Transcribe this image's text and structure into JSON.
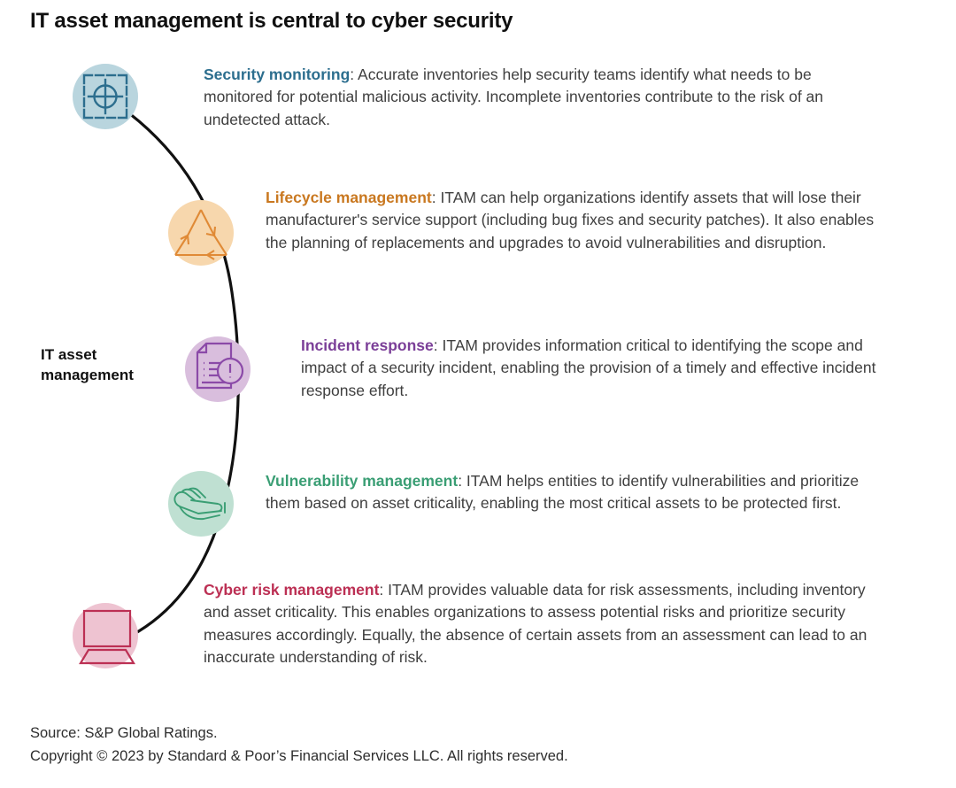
{
  "title": "IT asset management is central to cyber security",
  "center_label": "IT asset management",
  "colors": {
    "background": "#ffffff",
    "title": "#101010",
    "body_text": "#3f3f3f",
    "connector": "#111111",
    "security_monitoring_accent": "#2c6e8e",
    "security_monitoring_circle": "#b9d5de",
    "lifecycle_accent": "#c97820",
    "lifecycle_circle": "#f7d7ad",
    "incident_accent": "#7b3f98",
    "incident_circle": "#d9bedd",
    "vulnerability_accent": "#3a9e74",
    "vulnerability_circle": "#bfe0d2",
    "cyber_risk_accent": "#bc3054",
    "cyber_risk_circle": "#eec3d1"
  },
  "items": [
    {
      "id": "security-monitoring",
      "icon": "crosshair-target-icon",
      "lead": "Security monitoring",
      "body": ": Accurate inventories help security teams identify what needs to be monitored for potential malicious activity. Incomplete inventories contribute to the risk of an undetected attack.",
      "accent": "#2c6e8e",
      "circle": "#b9d5de"
    },
    {
      "id": "lifecycle-management",
      "icon": "recycle-icon",
      "lead": "Lifecycle management",
      "body": ": ITAM can help organizations identify assets that will lose their manufacturer's service support (including bug fixes and security patches). It also enables the planning of replacements and upgrades to avoid vulnerabilities and disruption.",
      "accent": "#c97820",
      "circle": "#f7d7ad"
    },
    {
      "id": "incident-response",
      "icon": "document-alert-icon",
      "lead": "Incident response",
      "body": ": ITAM provides information critical to identifying the scope and impact of a security incident, enabling the provision of a timely and effective incident response effort.",
      "accent": "#7b3f98",
      "circle": "#d9bedd"
    },
    {
      "id": "vulnerability-management",
      "icon": "open-hand-icon",
      "lead": "Vulnerability management",
      "body": ": ITAM helps entities to identify vulnerabilities and prioritize them based on asset criticality, enabling the most critical assets to be protected first.",
      "accent": "#3a9e74",
      "circle": "#bfe0d2"
    },
    {
      "id": "cyber-risk-management",
      "icon": "laptop-icon",
      "lead": "Cyber risk management",
      "body": ": ITAM provides valuable data for risk assessments, including inventory and asset criticality. This enables organizations to assess potential risks and prioritize security measures accordingly. Equally, the absence of certain assets from an assessment can lead to an inaccurate understanding of risk.",
      "accent": "#bc3054",
      "circle": "#eec3d1"
    }
  ],
  "footer": {
    "source": "Source: S&P Global Ratings.",
    "copyright": "Copyright © 2023 by Standard & Poor’s Financial Services LLC. All rights reserved."
  }
}
